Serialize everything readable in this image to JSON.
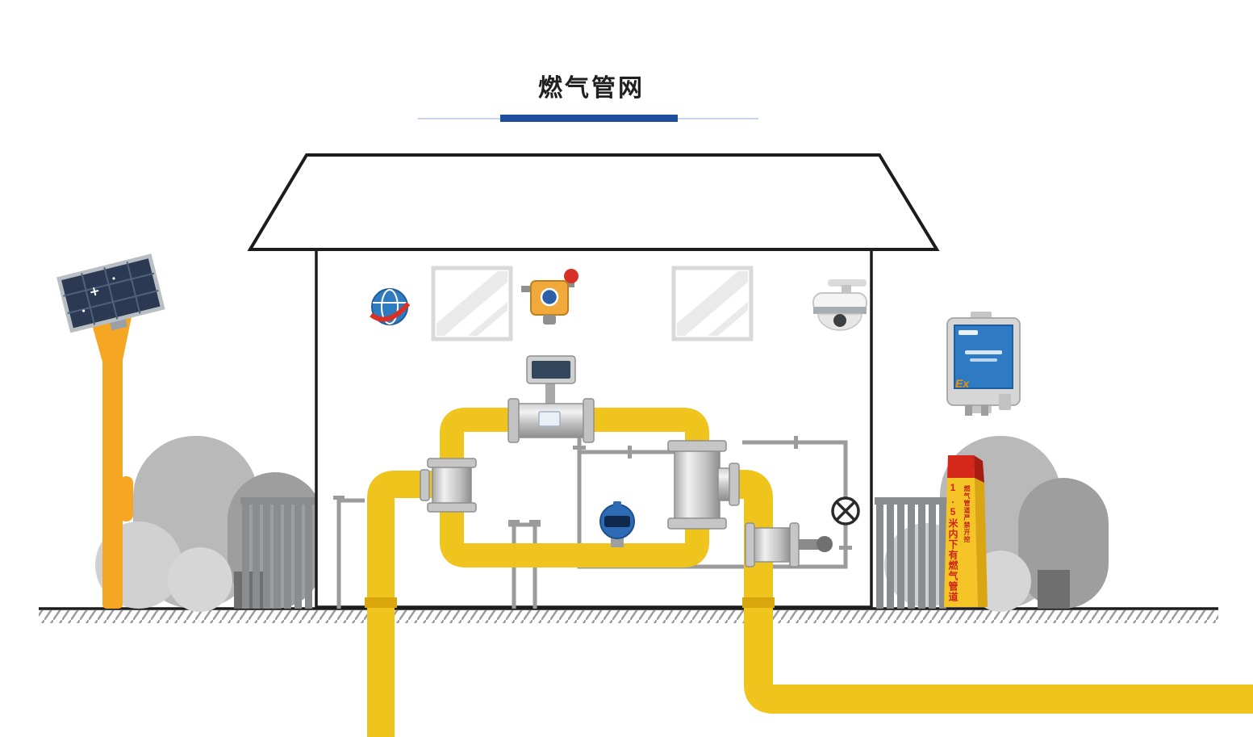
{
  "title": "燃气管网",
  "decor": {
    "underline": {
      "thin_color": "#C9D4E8",
      "bar_color": "#1F4E9C"
    }
  },
  "scene": {
    "marker_post": {
      "front_text": "1.5米内下有燃气管道",
      "side_text": "燃气管道严禁开挖"
    },
    "control_box": {
      "ex_label": "Ex"
    }
  },
  "colors": {
    "accent_blue": "#1F4E9C",
    "pipe_yellow": "#EFC51D",
    "pipe_joint_yellow": "#D9A60E",
    "pole_orange": "#F5A623",
    "solar_panel_navy": "#2B3A52",
    "metal_silver": "#C6C6C6",
    "bush_gray": "#B9B9B9",
    "fence_gray": "#898D90",
    "transmitter_blue": "#2D6BB4",
    "control_panel_blue": "#2F7BC3",
    "post_yellow": "#F5C426",
    "post_red": "#D6281A",
    "detector_yellow": "#F2A93B",
    "alarm_red": "#D93025"
  },
  "components": [
    "solar-light-pole",
    "solar-panel",
    "shrubs",
    "fence",
    "regulator-station-house",
    "company-logo",
    "window",
    "gas-detector",
    "ptz-camera",
    "flow-meter",
    "tee-valve",
    "pressure-transmitter",
    "gate-valve-handwheel",
    "flanged-valve",
    "bypass-pipe",
    "gas-pipe",
    "data-acquisition-box",
    "warning-marker-post",
    "ground"
  ]
}
